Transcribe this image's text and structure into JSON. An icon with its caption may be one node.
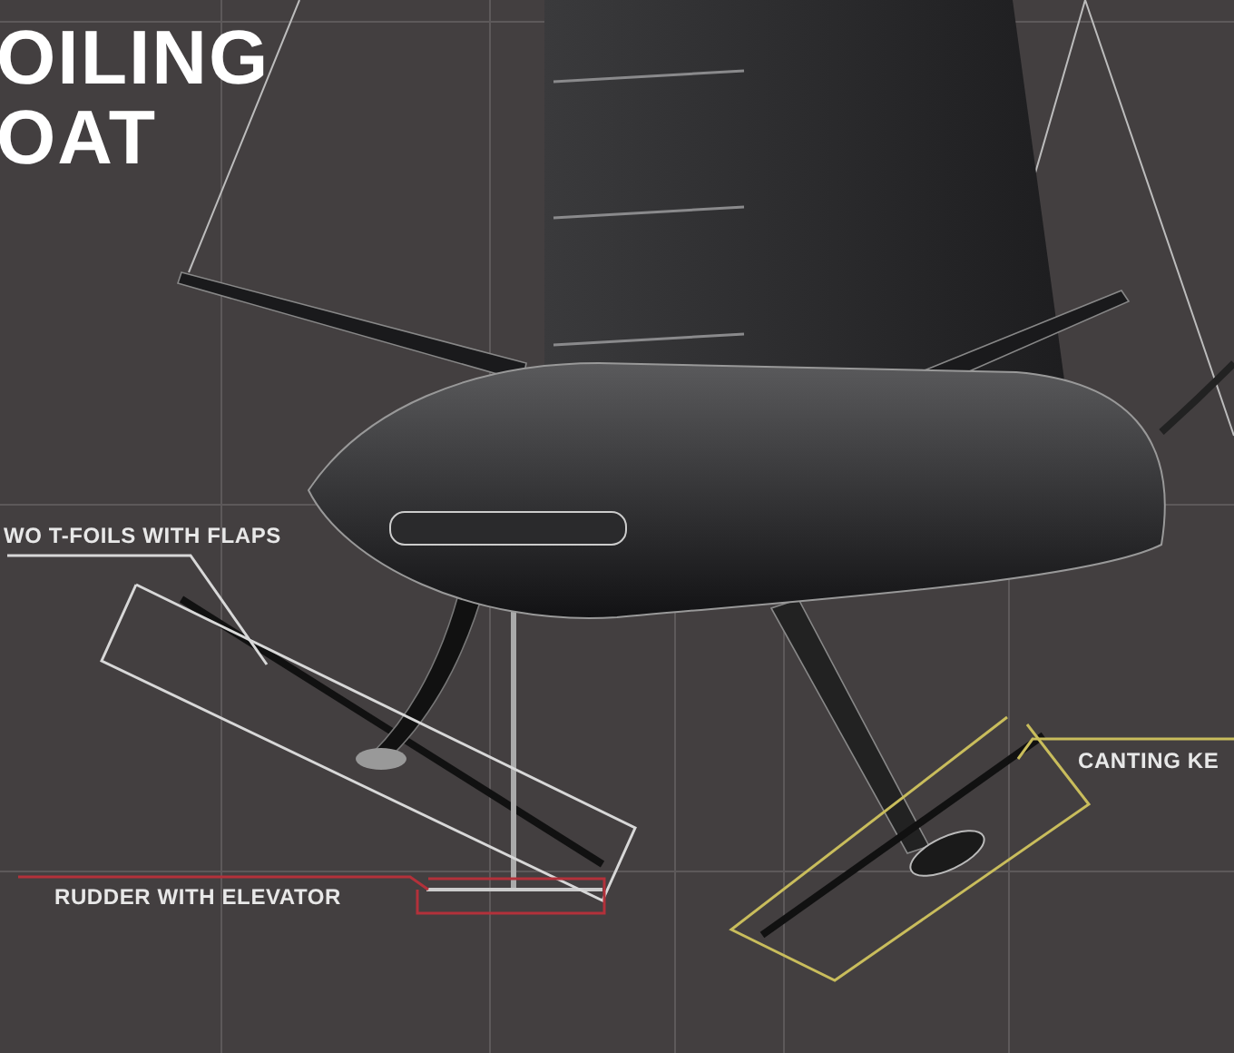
{
  "diagram": {
    "title": "OILING OAT",
    "nodes": [
      {
        "text": [
          "WO T-FOILS WITH FLAPS"
        ]
      },
      {
        "text": [],
        "shape": "box"
      },
      {
        "text": [
          "RUDDER WITH ELEVATOR"
        ]
      },
      {
        "text": [],
        "shape": "box"
      },
      {
        "text": [
          "CANTING KE"
        ]
      },
      {
        "text": [],
        "shape": "box"
      }
    ],
    "edges": [
      {
        "from": 0,
        "to": 1,
        "arrow": "none"
      },
      {
        "from": 2,
        "to": 3,
        "arrow": "none",
        "color": "#b3313a"
      },
      {
        "from": 4,
        "to": 5,
        "arrow": "none",
        "color": "#c9bd5c"
      }
    ]
  }
}
